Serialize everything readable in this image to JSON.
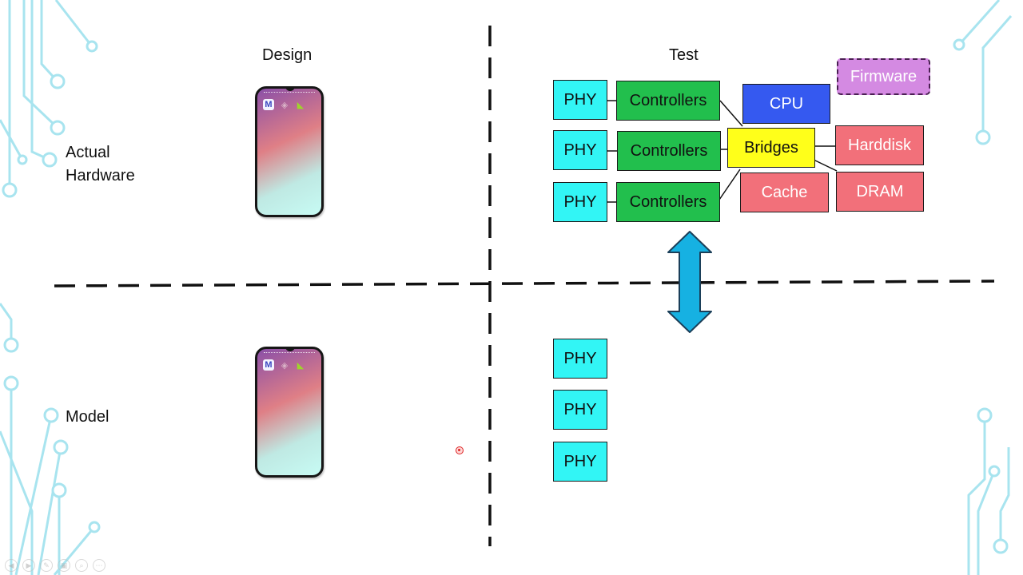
{
  "headers": {
    "design": "Design",
    "test": "Test"
  },
  "rows": {
    "actual_line1": "Actual",
    "actual_line2": "Hardware",
    "model": "Model"
  },
  "hardware": {
    "phy": [
      "PHY",
      "PHY",
      "PHY"
    ],
    "controllers": [
      "Controllers",
      "Controllers",
      "Controllers"
    ],
    "cpu": "CPU",
    "bridges": "Bridges",
    "harddisk": "Harddisk",
    "cache": "Cache",
    "dram": "DRAM",
    "firmware": "Firmware"
  },
  "model_phy": [
    "PHY",
    "PHY",
    "PHY"
  ],
  "phone_icons": {
    "app1": "M"
  },
  "colors": {
    "phy": "#32f5f5",
    "controllers": "#22bf4d",
    "cpu": "#3559f0",
    "bridges": "#ffff1a",
    "storage": "#f2707a",
    "firmware": "#d48ae2",
    "arrow": "#16b1e2",
    "circuit": "#a8e4ef"
  }
}
